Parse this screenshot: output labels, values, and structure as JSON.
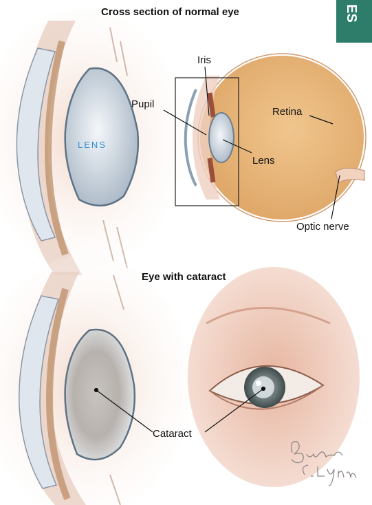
{
  "tab": {
    "text": "ES"
  },
  "titles": {
    "top": "Cross section of normal eye",
    "bottom": "Eye with cataract"
  },
  "labels": {
    "lens_inner": "LENS",
    "iris": "Iris",
    "pupil": "Pupil",
    "retina": "Retina",
    "lens": "Lens",
    "optic_nerve": "Optic nerve",
    "cataract": "Cataract"
  },
  "signature": "Burke C. Lynn",
  "colors": {
    "tab": "#2e7d6b",
    "lens_text": "#2f8fd0",
    "eyeball": "#e9b97c",
    "skin": "#eab9a3"
  }
}
